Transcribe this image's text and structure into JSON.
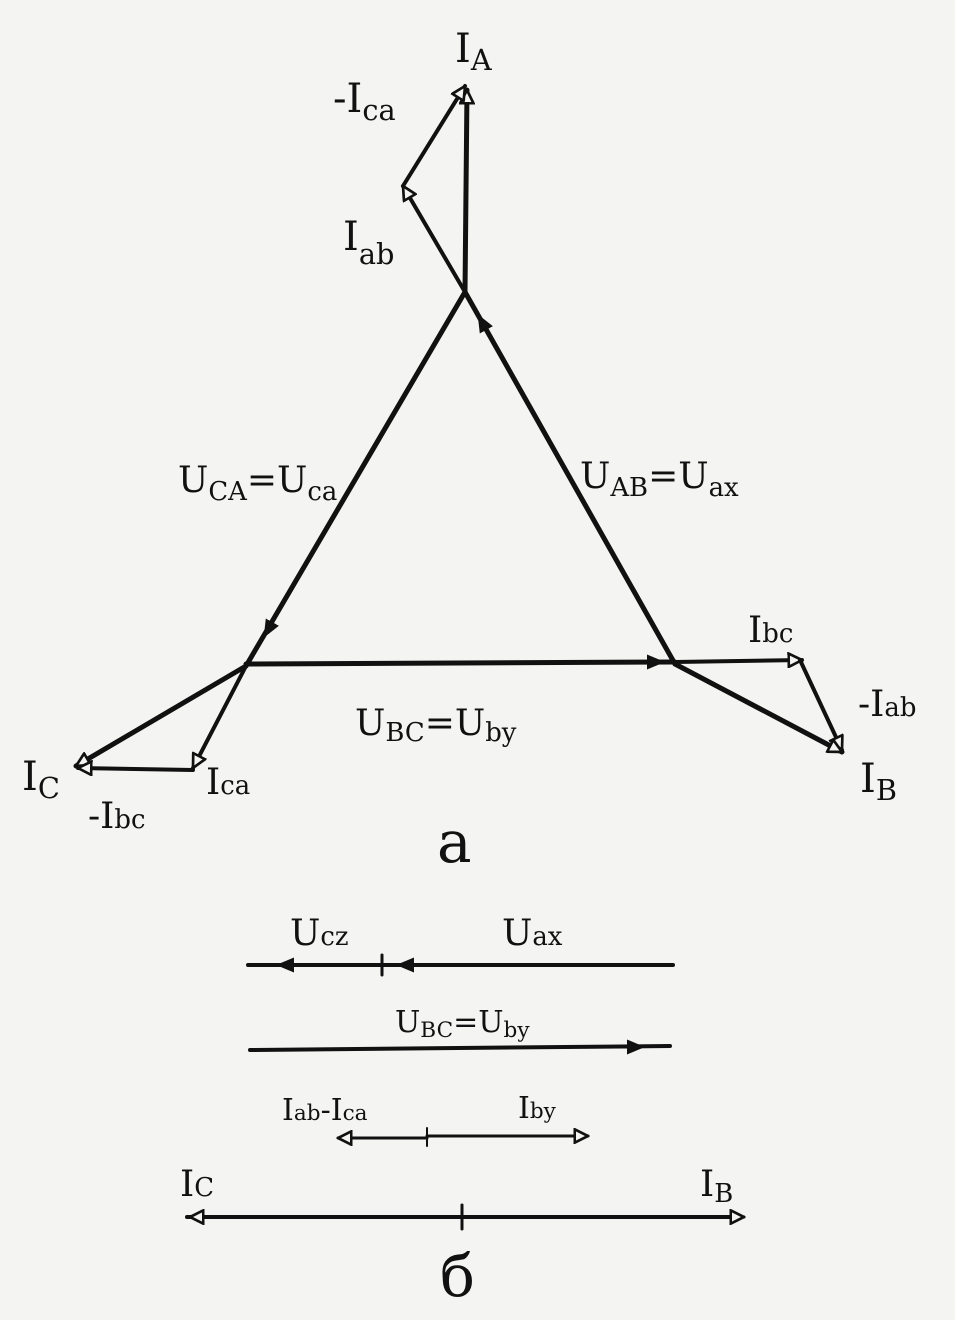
{
  "labels": {
    "IA": {
      "main": "I",
      "sub": "A"
    },
    "minus_Ica_top": {
      "main": "-I",
      "sub": "ca"
    },
    "Iab_top": {
      "main": "I",
      "sub": "ab"
    },
    "Uca_left": {
      "main": "U",
      "sub": "CA",
      "eq": "=U",
      "sub2": "ca"
    },
    "Uab_right": {
      "main": "U",
      "sub": "AB",
      "eq": "=U",
      "sub2": "ax"
    },
    "Ibc_right": {
      "main": "I",
      "sub": "bc"
    },
    "minus_Iab_right": {
      "main": "-I",
      "sub": "ab"
    },
    "IB_right": {
      "main": "I",
      "sub": "B"
    },
    "Ubc_bottom": {
      "main": "U",
      "sub": "BC",
      "eq": "=U",
      "sub2": "by"
    },
    "IC_left": {
      "main": "I",
      "sub": "C"
    },
    "minus_Ibc_left": {
      "main": "-I",
      "sub": "bc"
    },
    "Ica_left": {
      "main": "I",
      "sub": "ca"
    },
    "Ucz_b": {
      "main": "U",
      "sub": "cz"
    },
    "Uax_b": {
      "main": "U",
      "sub": "ax"
    },
    "Ubc_b": {
      "main": "U",
      "sub": "BC",
      "eq": "=U",
      "sub2": "by"
    },
    "Iab_Ica_b": {
      "main": "I",
      "sub": "ab",
      "mid": "-I",
      "sub2": "ca"
    },
    "Iby_b": {
      "main": "I",
      "sub": "by"
    },
    "IC_b": {
      "main": "I",
      "sub": "C"
    },
    "IB_b": {
      "main": "I",
      "sub": "B"
    }
  },
  "captions": {
    "a": "a",
    "b": "б"
  }
}
